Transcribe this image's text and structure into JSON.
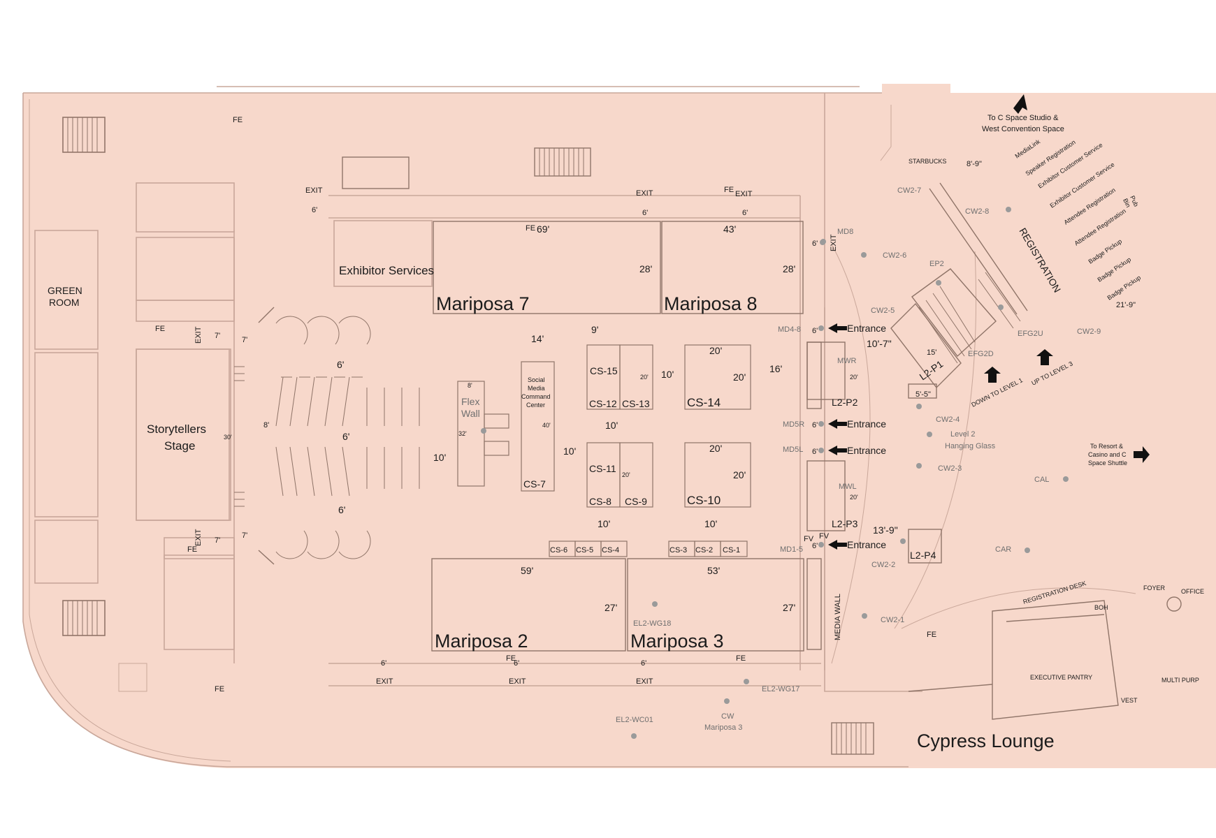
{
  "colors": {
    "floor": "#f7d8cb",
    "wall": "#c9a79a",
    "room": "#8f7468",
    "text": "#1b1b1b",
    "gray": "#6f6f6f"
  },
  "rooms": {
    "mariposa7": "Mariposa 7",
    "mariposa8": "Mariposa 8",
    "mariposa2": "Mariposa 2",
    "mariposa3": "Mariposa 3",
    "cypress": "Cypress Lounge",
    "exhibitor": "Exhibitor Services",
    "green1": "GREEN",
    "green2": "ROOM",
    "stage1": "Storytellers",
    "stage2": "Stage",
    "flex1": "Flex",
    "flex2": "Wall",
    "social1": "Social",
    "social2": "Media",
    "social3": "Command",
    "social4": "Center",
    "registration": "REGISTRATION",
    "medialinkwall": "MEDIA WALL"
  },
  "dims": {
    "m7w": "69'",
    "m7h": "28'",
    "m8w": "43'",
    "m8h": "28'",
    "m2w": "59'",
    "m2h": "27'",
    "m3w": "53'",
    "m3h": "27'",
    "d14": "14'",
    "d9": "9'",
    "d16": "16'",
    "d10a": "10'",
    "d10b": "10'",
    "d10c": "10'",
    "d10d": "10'",
    "d10e": "10'",
    "d10f": "10'",
    "d6a": "6'",
    "d6b": "6'",
    "d6c": "6'",
    "d7a": "7'",
    "d7b": "7'",
    "d7c": "7'",
    "d7d": "7'",
    "d8": "8'",
    "d30": "30'",
    "d8s": "8'",
    "d32": "32'",
    "d40": "40'",
    "cs14w": "20'",
    "cs14h": "20'",
    "cs10w": "20'",
    "cs10h": "20'",
    "cs15d": "20'",
    "cs11d": "20'",
    "mwr": "20'",
    "mwl": "20'",
    "e1": "6'",
    "e2": "6'",
    "e3": "6'",
    "e4": "6'",
    "e5": "6'",
    "e6": "6'",
    "e7": "6'",
    "e8": "6'",
    "e9": "6'",
    "e10": "6'",
    "e11": "6'",
    "r1": "10'-7\"",
    "r2": "13'-9\"",
    "r3": "8'-9\"",
    "r4": "21'-9\"",
    "r5": "5'-5\"",
    "r6": "15'"
  },
  "booths": {
    "cs15": "CS-15",
    "cs12": "CS-12",
    "cs13": "CS-13",
    "cs14": "CS-14",
    "cs11": "CS-11",
    "cs8": "CS-8",
    "cs9": "CS-9",
    "cs10": "CS-10",
    "cs7": "CS-7",
    "cs6": "CS-6",
    "cs5": "CS-5",
    "cs4": "CS-4",
    "cs3": "CS-3",
    "cs2": "CS-2",
    "cs1": "CS-1",
    "l2p1": "L2-P1",
    "l2p2": "L2-P2",
    "l2p3": "L2-P3",
    "l2p4": "L2-P4",
    "mwr": "MWR",
    "mwl": "MWL"
  },
  "labels": {
    "exit": "EXIT",
    "fe": "FE",
    "fv": "FV",
    "entrance": "Entrance",
    "md8": "MD8",
    "md48": "MD4-8",
    "md5r": "MD5R",
    "md5l": "MD5L",
    "md15": "MD1-5",
    "cw27": "CW2-7",
    "cw28": "CW2-8",
    "cw26": "CW2-6",
    "cw25": "CW2-5",
    "cw29": "CW2-9",
    "cw24": "CW2-4",
    "cw23": "CW2-3",
    "cw22": "CW2-2",
    "cw21": "CW2-1",
    "ep2": "EP2",
    "efg2d": "EFG2D",
    "efg2u": "EFG2U",
    "cal": "CAL",
    "car": "CAR",
    "el2wg18": "EL2-WG18",
    "el2wg17": "EL2-WG17",
    "el2wc01": "EL2-WC01",
    "cw": "CW",
    "cwm3": "Mariposa 3",
    "hang1": "Level 2",
    "hang2": "Hanging Glass",
    "toc1": "To C Space Studio &",
    "toc2": "West Convention Space",
    "resort1": "To Resort &",
    "resort2": "Casino and C",
    "resort3": "Space Shuttle",
    "starbucks": "STARBUCKS",
    "down": "DOWN TO LEVEL 1",
    "up": "UP TO LEVEL 3",
    "regdesk": "REGISTRATION DESK",
    "boh": "BOH",
    "foyer": "FOYER",
    "office": "OFFICE",
    "pantry": "EXECUTIVE PANTRY",
    "multi": "MULTI PURP",
    "vest": "VEST",
    "pubbin1": "Pub",
    "pubbin2": "Bin"
  },
  "reg_items": [
    "MediaLink",
    "Speaker Registration",
    "Exhibitor Customer Service",
    "Exhibitor Customer Service",
    "Attendee Registration",
    "Attendee Registration",
    "Badge Pickup",
    "Badge Pickup",
    "Badge Pickup"
  ]
}
